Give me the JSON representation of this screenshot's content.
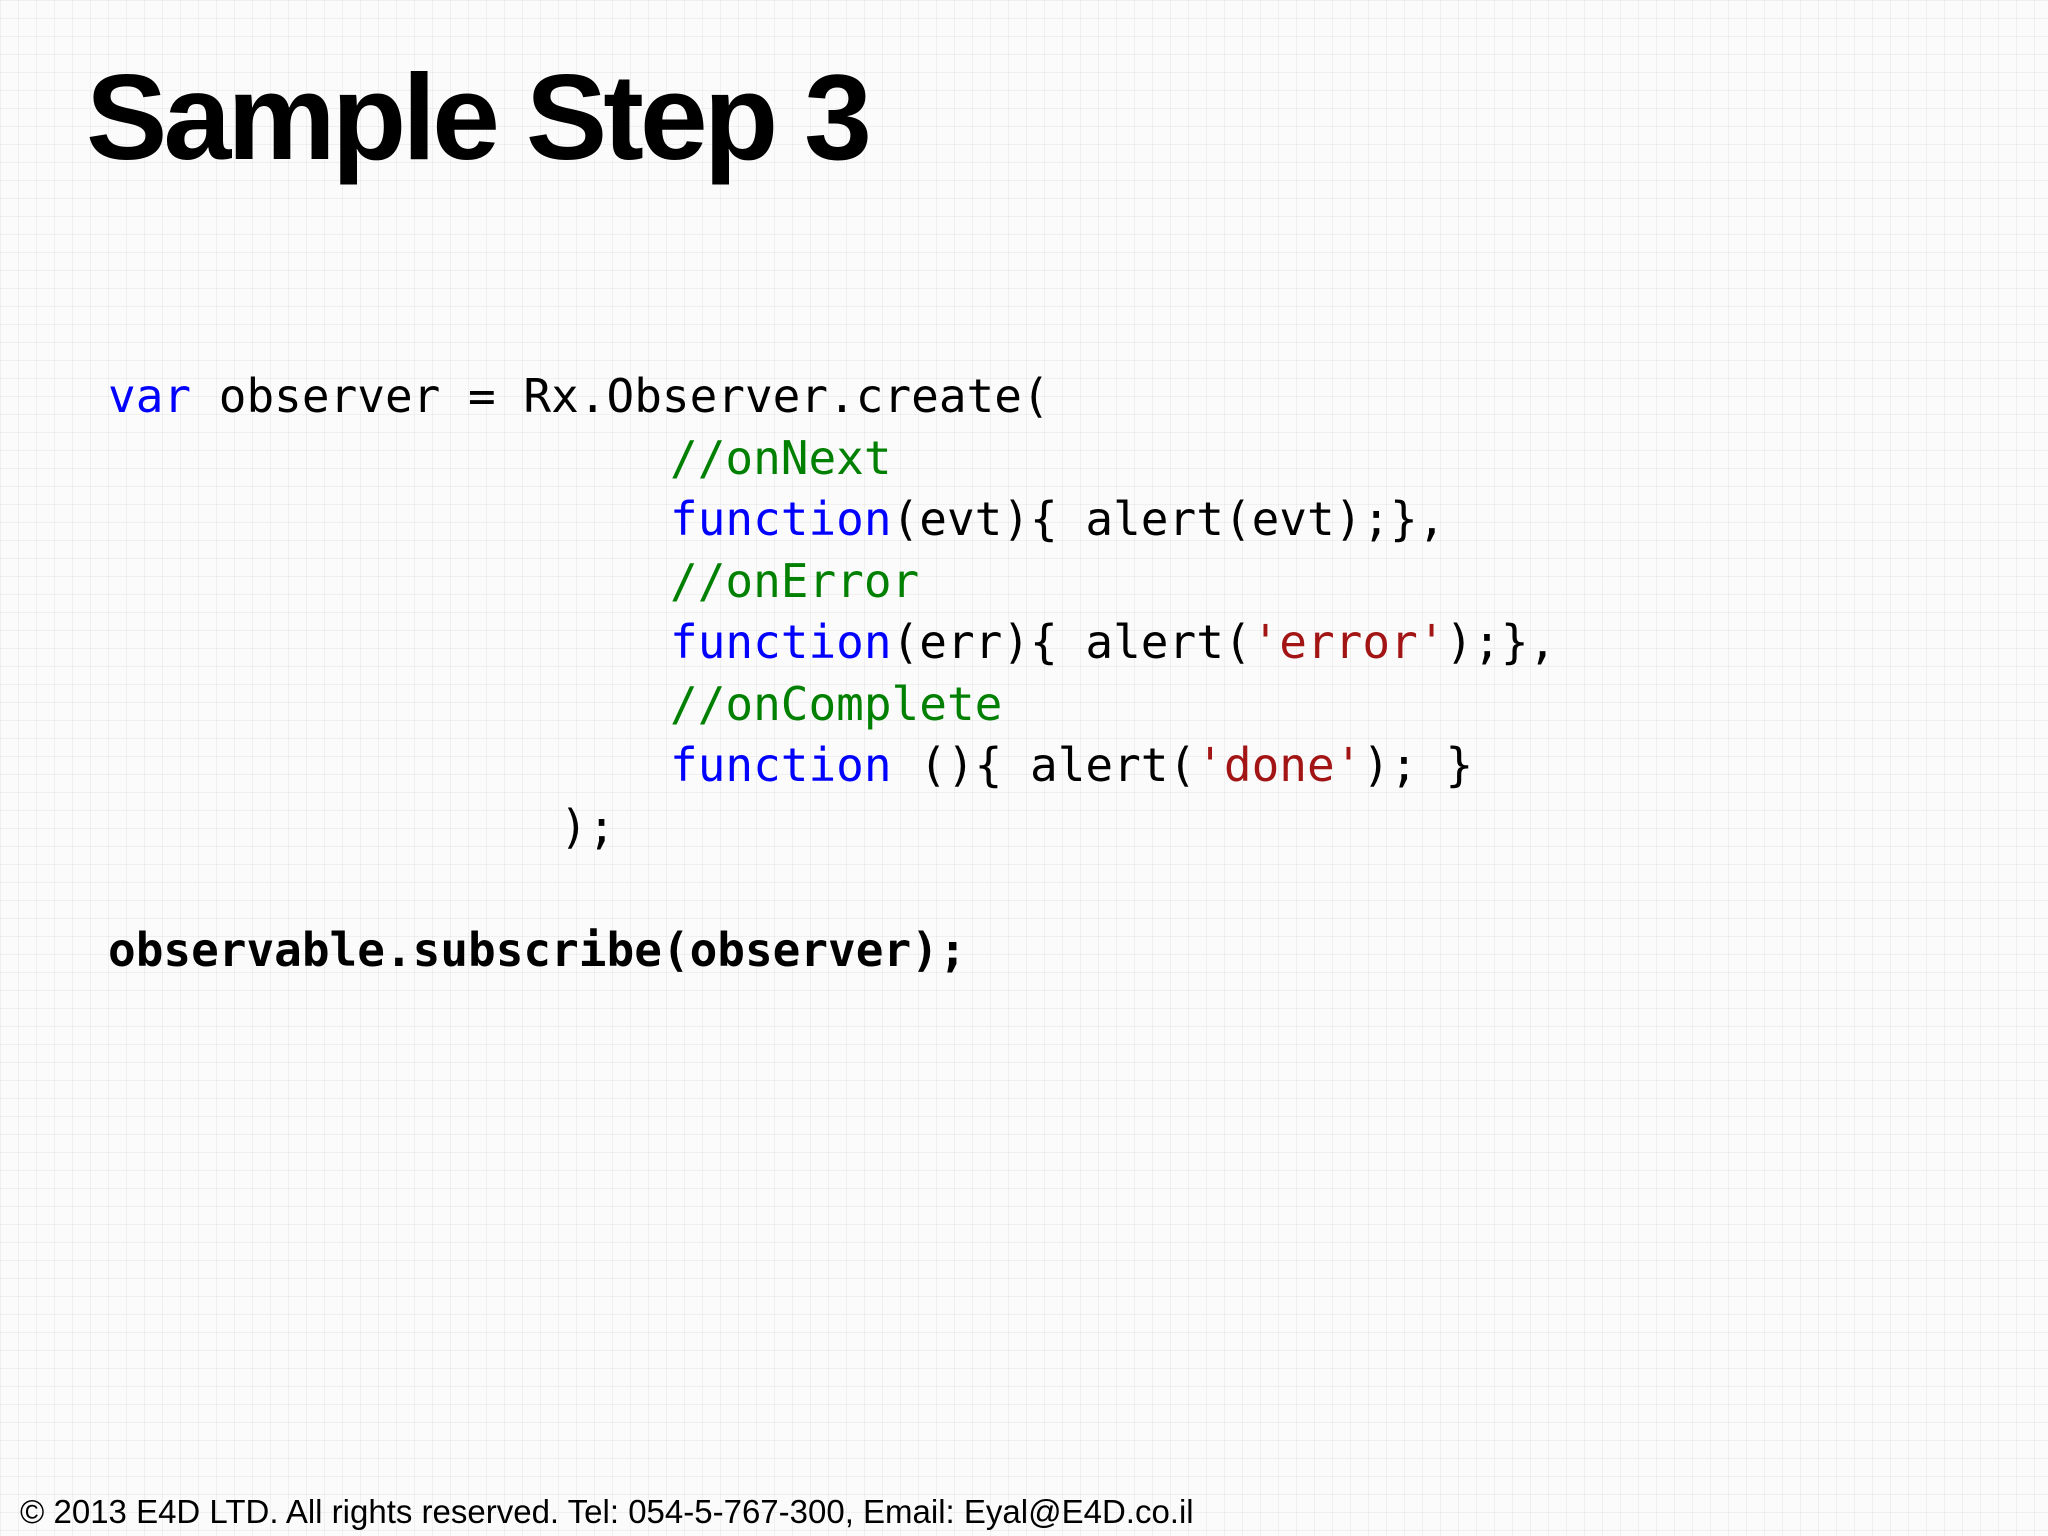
{
  "slide": {
    "title": "Sample Step 3",
    "footer": "© 2013 E4D LTD. All rights reserved. Tel: 054-5-767-300, Email: Eyal@E4D.co.il"
  },
  "code": {
    "line1": {
      "keyword": "var",
      "rest": " observer = Rx.Observer.create("
    },
    "line2": {
      "comment": "//onNext"
    },
    "line3": {
      "keyword": "function",
      "rest": "(evt){ alert(evt);},"
    },
    "line4": {
      "comment": "//onError"
    },
    "line5": {
      "keyword": "function",
      "mid": "(err){ alert(",
      "string": "'error'",
      "rest": ");},"
    },
    "line6": {
      "comment": "//onComplete"
    },
    "line7": {
      "keyword": "function",
      "mid": " (){ alert(",
      "string": "'done'",
      "rest": "); }"
    },
    "line8": {
      "text": ");"
    },
    "line9": {
      "text": "observable.subscribe(observer);"
    }
  },
  "colors": {
    "keyword": "#0000ff",
    "comment": "#008000",
    "string": "#a31515",
    "text": "#000000"
  }
}
